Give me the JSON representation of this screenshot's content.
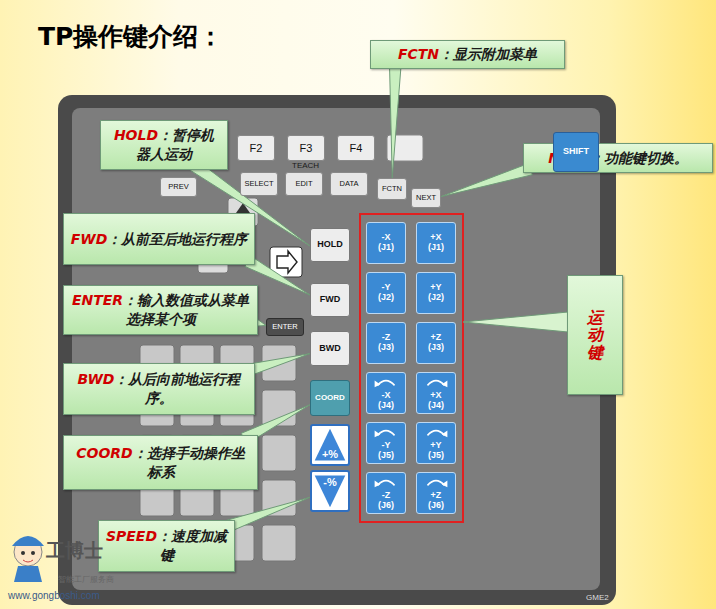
{
  "diagram": {
    "title": "TP操作键介绍：",
    "nodes": [
      {
        "text": [
          "FCTN",
          "：显示附加菜单"
        ]
      },
      {
        "text": [
          "HOLD",
          "：暂停机器人运动"
        ]
      },
      {
        "text": [
          "NEXT",
          "：功能键切换。"
        ]
      },
      {
        "text": [
          "FWD",
          "：从前至后地运行程序"
        ]
      },
      {
        "text": [
          "ENTER",
          "：输入数值或从菜单选择某个项"
        ]
      },
      {
        "text": [
          "运动键"
        ]
      },
      {
        "text": [
          "BWD",
          "：从后向前地运行程序。"
        ]
      },
      {
        "text": [
          "COORD",
          "：选择手动操作坐标系"
        ]
      },
      {
        "text": [
          "SPEED",
          "：速度加减键"
        ]
      },
      {
        "text": [
          "F2"
        ]
      },
      {
        "text": [
          "F3"
        ]
      },
      {
        "text": [
          "F4"
        ]
      },
      {
        "text": [
          "SHIFT"
        ]
      },
      {
        "text": [
          "PREV"
        ]
      },
      {
        "text": [
          "SELECT"
        ]
      },
      {
        "text": [
          "EDIT"
        ]
      },
      {
        "text": [
          "DATA"
        ]
      },
      {
        "text": [
          "FCTN"
        ]
      },
      {
        "text": [
          "NEXT"
        ]
      },
      {
        "text": [
          "HOLD"
        ]
      },
      {
        "text": [
          "FWD"
        ]
      },
      {
        "text": [
          "ENTER"
        ]
      },
      {
        "text": [
          "BWD"
        ]
      },
      {
        "text": [
          "COORD"
        ]
      },
      {
        "text": [
          "+%"
        ]
      },
      {
        "text": [
          "-%"
        ]
      },
      {
        "text": [
          "-X (J1)"
        ]
      },
      {
        "text": [
          "+X (J1)"
        ]
      },
      {
        "text": [
          "-Y (J2)"
        ]
      },
      {
        "text": [
          "+Y (J2)"
        ]
      },
      {
        "text": [
          "-Z (J3)"
        ]
      },
      {
        "text": [
          "+Z (J3)"
        ]
      },
      {
        "text": [
          "-X (J4)"
        ]
      },
      {
        "text": [
          "+X (J4)"
        ]
      },
      {
        "text": [
          "-Y (J5)"
        ]
      },
      {
        "text": [
          "+Y (J5)"
        ]
      },
      {
        "text": [
          "-Z (J6)"
        ]
      },
      {
        "text": [
          "+Z (J6)"
        ]
      }
    ],
    "edges": [
      {
        "from": 0,
        "to": 17,
        "arrow": "to"
      },
      {
        "from": 1,
        "to": 19,
        "arrow": "to"
      },
      {
        "from": 2,
        "to": 18,
        "arrow": "to"
      },
      {
        "from": 3,
        "to": 20,
        "arrow": "to"
      },
      {
        "from": 4,
        "to": 21,
        "arrow": "to"
      },
      {
        "from": 6,
        "to": 22,
        "arrow": "to"
      },
      {
        "from": 7,
        "to": 23,
        "arrow": "to"
      },
      {
        "from": 8,
        "to": 25,
        "arrow": "to"
      }
    ],
    "labels": [
      "TEACH",
      "工博士",
      "智能工厂服务商",
      "www.gongboshi.com",
      "GME2"
    ]
  }
}
